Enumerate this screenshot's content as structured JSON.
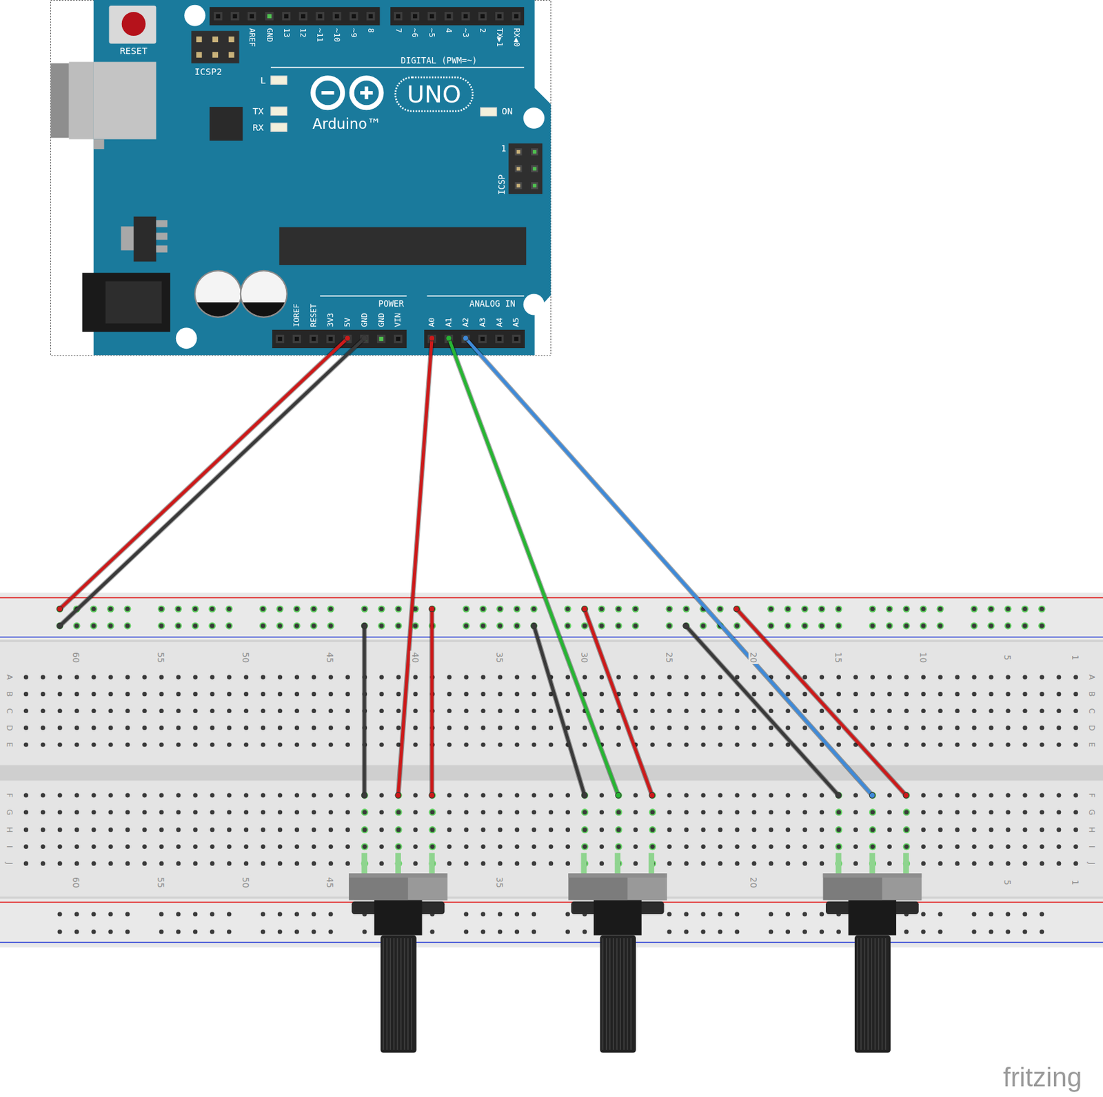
{
  "diagram": {
    "labels": [
      "RESET",
      "ICSP2",
      "AREF",
      "GND",
      "13",
      "12",
      "~11",
      "~10",
      "~9",
      "8",
      "7",
      "~6",
      "~5",
      "4",
      "~3",
      "2",
      "TX▶1",
      "RX◀0",
      "DIGITAL (PWM=~)",
      "L",
      "TX",
      "RX",
      "UNO",
      "Arduino™",
      "ON",
      "1",
      "ICSP",
      "IOREF",
      "RESET",
      "3V3",
      "5V",
      "GND",
      "GND",
      "VIN",
      "POWER",
      "A0",
      "A1",
      "A2",
      "A3",
      "A4",
      "A5",
      "ANALOG IN",
      "60",
      "55",
      "50",
      "45",
      "40",
      "35",
      "30",
      "25",
      "20",
      "15",
      "10",
      "5",
      "1",
      "60",
      "55",
      "50",
      "45",
      "35",
      "20",
      "5",
      "1",
      "A",
      "B",
      "C",
      "D",
      "E",
      "F",
      "G",
      "H",
      "I",
      "J",
      "A",
      "B",
      "C",
      "D",
      "E",
      "F",
      "G",
      "H",
      "I",
      "J",
      "fritzing"
    ]
  }
}
